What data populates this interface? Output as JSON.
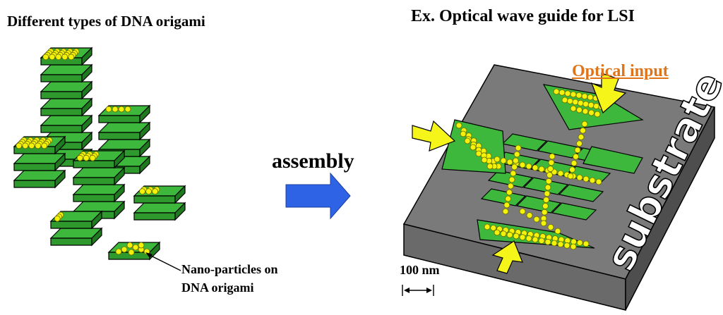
{
  "left_title": "Different types of DNA origami",
  "right_title": "Ex. Optical wave guide for  LSI",
  "optical_input_label": "Optical input",
  "assembly_label": "assembly",
  "nanoparticle_label_line1": "Nano-particles on",
  "nanoparticle_label_line2": "DNA origami",
  "scale_label": "100 nm",
  "substrate_label": "substrate",
  "colors": {
    "origami_green": "#3db83d",
    "origami_dark": "#1f7a1f",
    "particle_yellow": "#f2f20a",
    "substrate_gray": "#777777",
    "assembly_arrow": "#2f63e6",
    "optical_input_text": "#e07418",
    "input_arrow": "#f5f51a"
  }
}
